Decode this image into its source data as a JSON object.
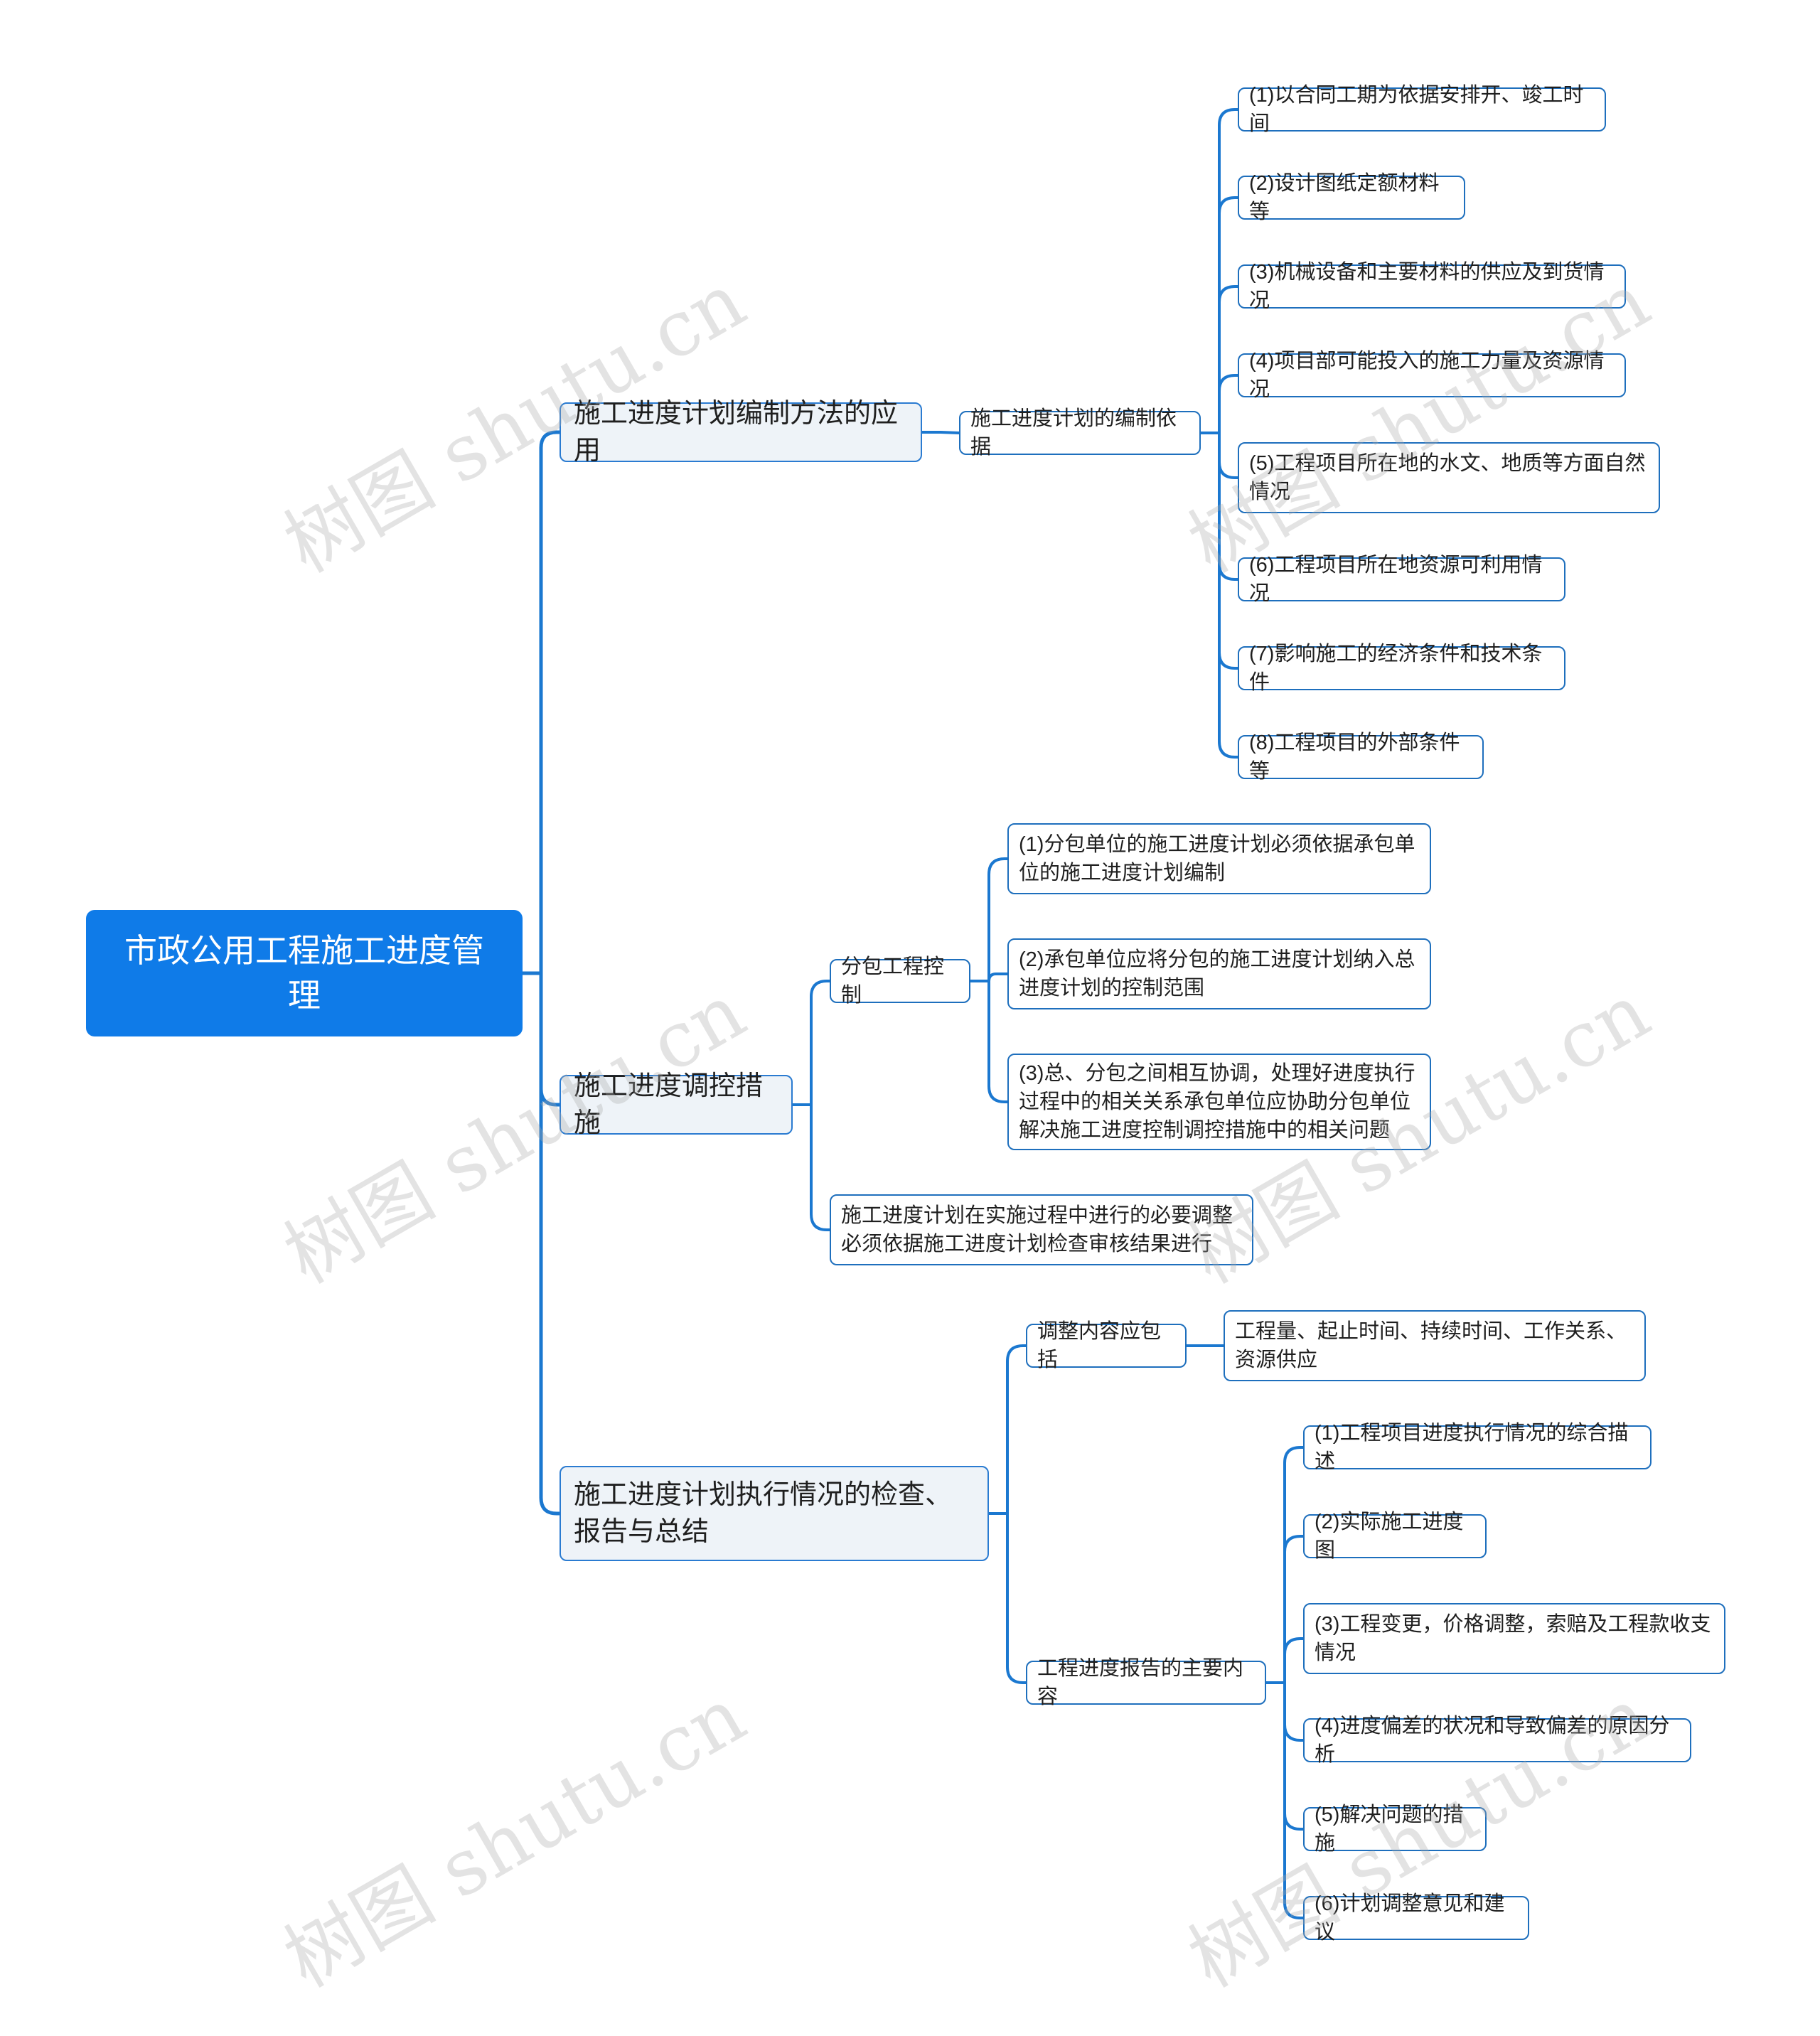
{
  "root": "市政公用工程施工进度管理",
  "branches": [
    {
      "label": "施工进度计划编制方法的应用",
      "sub": {
        "label": "施工进度计划的编制依据",
        "items": [
          "(1)以合同工期为依据安排开、竣工时间",
          "(2)设计图纸定额材料等",
          "(3)机械设备和主要材料的供应及到货情况",
          "(4)项目部可能投入的施工力量及资源情况",
          "(5)工程项目所在地的水文、地质等方面自然情况",
          "(6)工程项目所在地资源可利用情况",
          "(7)影响施工的经济条件和技术条件",
          "(8)工程项目的外部条件等"
        ]
      }
    },
    {
      "label": "施工进度调控措施",
      "sub": {
        "label": "分包工程控制",
        "items": [
          "(1)分包单位的施工进度计划必须依据承包单位的施工进度计划编制",
          "(2)承包单位应将分包的施工进度计划纳入总进度计划的控制范围",
          "(3)总、分包之间相互协调，处理好进度执行过程中的相关关系承包单位应协助分包单位解决施工进度控制调控措施中的相关问题"
        ]
      },
      "note": "施工进度计划在实施过程中进行的必要调整必须依据施工进度计划检查审核结果进行"
    },
    {
      "label": "施工进度计划执行情况的检查、报告与总结",
      "adjust": {
        "label": "调整内容应包括",
        "item": "工程量、起止时间、持续时间、工作关系、资源供应"
      },
      "report": {
        "label": "工程进度报告的主要内容",
        "items": [
          "(1)工程项目进度执行情况的综合描述",
          "(2)实际施工进度图",
          "(3)工程变更，价格调整，索赔及工程款收支情况",
          "(4)进度偏差的状况和导致偏差的原因分析",
          "(5)解决问题的措施",
          "(6)计划调整意见和建议"
        ]
      }
    }
  ],
  "watermark": "树图 shutu.cn",
  "colors": {
    "root_fill": "#0f7be8",
    "line": "#1b78d0",
    "border": "#1e6fbd",
    "l1_fill": "#eef3f8"
  }
}
